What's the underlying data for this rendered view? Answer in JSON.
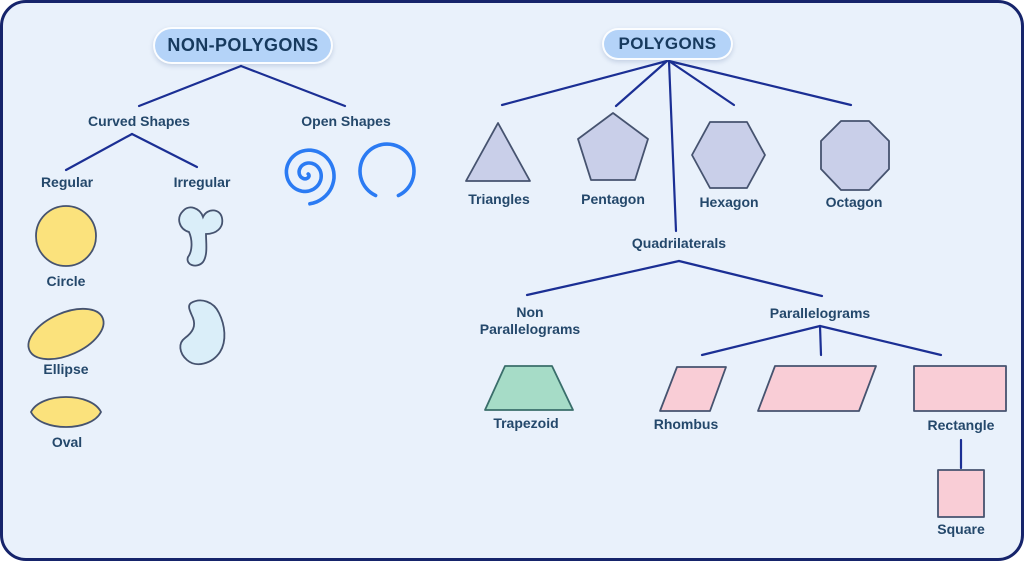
{
  "colors": {
    "canvas_bg": "#e9f1fb",
    "border_color": "#16246b",
    "line_color": "#1b2f94",
    "badge_bg": "#b4d3f8",
    "badge_text": "#173a5e",
    "label_color": "#24486b",
    "lavender_fill": "#c9cfe9",
    "yellow_fill": "#fbe27c",
    "lightblue_fill": "#daeef9",
    "bright_blue": "#2b7bf3",
    "mint_fill": "#a6dcc7",
    "mint_stroke": "#3a6e6b",
    "pink_fill": "#f9cdd6",
    "shape_stroke": "#46536f"
  },
  "non_polygons": {
    "badge": "NON-POLYGONS",
    "curved_shapes": {
      "label": "Curved Shapes",
      "regular": {
        "label": "Regular",
        "circle": "Circle",
        "ellipse": "Ellipse",
        "oval": "Oval"
      },
      "irregular": {
        "label": "Irregular"
      }
    },
    "open_shapes": {
      "label": "Open Shapes"
    }
  },
  "polygons": {
    "badge": "POLYGONS",
    "triangles": "Triangles",
    "pentagon": "Pentagon",
    "hexagon": "Hexagon",
    "octagon": "Octagon",
    "quadrilaterals": {
      "label": "Quadrilaterals",
      "non_parallelograms": {
        "label_line1": "Non",
        "label_line2": "Parallelograms",
        "trapezoid": "Trapezoid"
      },
      "parallelograms": {
        "label": "Parallelograms",
        "rhombus": "Rhombus",
        "rectangle": "Rectangle",
        "square": "Square"
      }
    }
  }
}
